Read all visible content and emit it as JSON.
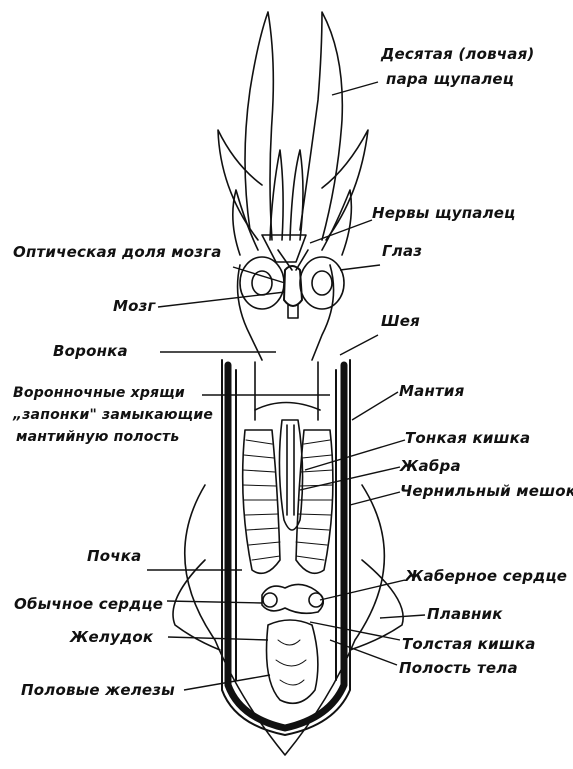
{
  "diagram": {
    "labels": {
      "tentacle_pair_1": "Десятая (ловчая)",
      "tentacle_pair_2": "пара щупалец",
      "tentacle_nerves": "Нервы щупалец",
      "optic_lobe": "Оптическая доля мозга",
      "eye": "Глаз",
      "brain": "Мозг",
      "neck": "Шея",
      "funnel": "Воронка",
      "funnel_cartilage_1": "Воронночные хрящи",
      "funnel_cartilage_2": "„запонки\" замыкающие",
      "funnel_cartilage_3": "мантийную полость",
      "mantle": "Мантия",
      "small_intestine": "Тонкая кишка",
      "gill": "Жабра",
      "ink_sac": "Чернильный мешок",
      "kidney": "Почка",
      "branchial_heart": "Жаберное сердце",
      "systemic_heart": "Обычное сердце",
      "fin": "Плавник",
      "stomach": "Желудок",
      "large_intestine": "Толстая кишка",
      "gonads": "Половые железы",
      "body_cavity": "Полость тела"
    }
  }
}
